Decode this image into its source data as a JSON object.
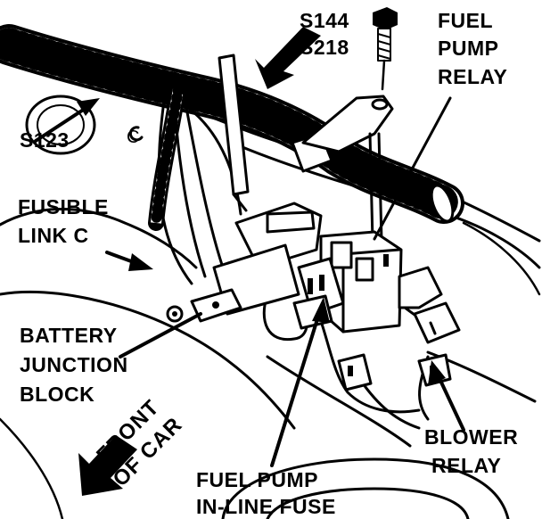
{
  "labels": {
    "s144": "S144",
    "s218": "S218",
    "fuel_pump_relay": [
      "FUEL",
      "PUMP",
      "RELAY"
    ],
    "s123": "S123",
    "fusible_link": [
      "FUSIBLE",
      "LINK C"
    ],
    "battery_junction_block": [
      "BATTERY",
      "JUNCTION",
      "BLOCK"
    ],
    "front_of_car": [
      "FRONT",
      "OF CAR"
    ],
    "fuel_pump_fuse": [
      "FUEL PUMP",
      "IN-LINE FUSE"
    ],
    "blower_relay": [
      "BLOWER",
      "RELAY"
    ],
    "bracket_letter": "C"
  },
  "colors": {
    "ink": "#000000",
    "paper": "#ffffff"
  }
}
